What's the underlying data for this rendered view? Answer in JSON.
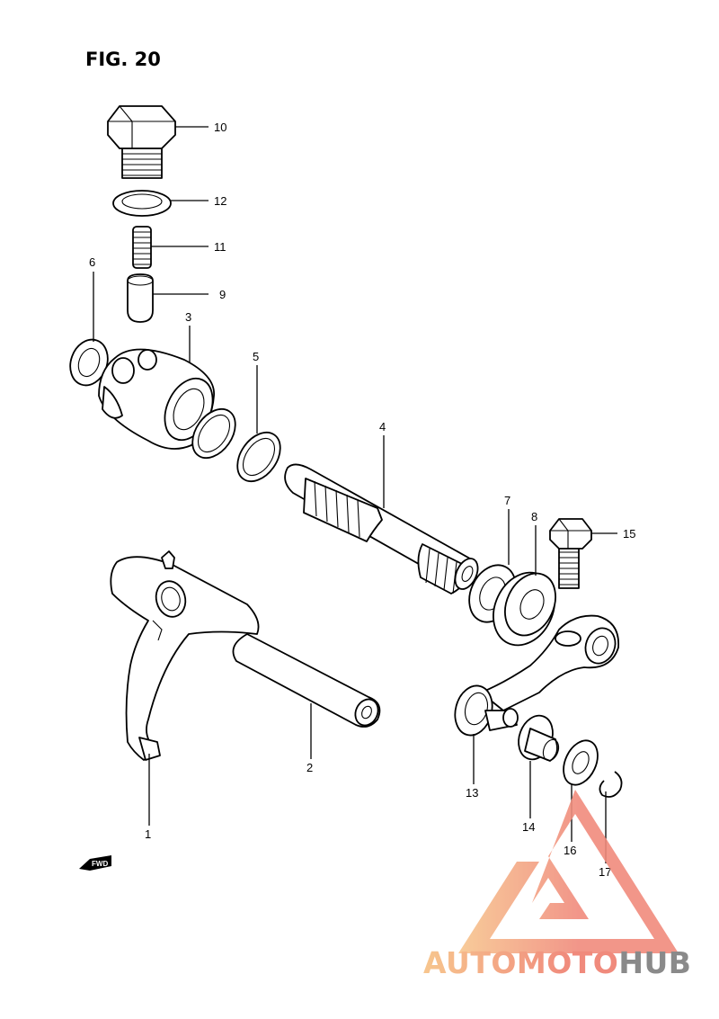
{
  "figure": {
    "title": "FIG. 20"
  },
  "callouts": [
    {
      "id": "1",
      "text": "1"
    },
    {
      "id": "2",
      "text": "2"
    },
    {
      "id": "3",
      "text": "3"
    },
    {
      "id": "4",
      "text": "4"
    },
    {
      "id": "5",
      "text": "5"
    },
    {
      "id": "6",
      "text": "6"
    },
    {
      "id": "7",
      "text": "7"
    },
    {
      "id": "8",
      "text": "8"
    },
    {
      "id": "9",
      "text": "9"
    },
    {
      "id": "10",
      "text": "10"
    },
    {
      "id": "11",
      "text": "11"
    },
    {
      "id": "12",
      "text": "12"
    },
    {
      "id": "13",
      "text": "13"
    },
    {
      "id": "14",
      "text": "14"
    },
    {
      "id": "15",
      "text": "15"
    },
    {
      "id": "16",
      "text": "16"
    },
    {
      "id": "17",
      "text": "17"
    }
  ],
  "fwd_indicator": {
    "text": "FWD",
    "icon": "fwd-arrow-icon"
  },
  "watermark": {
    "part1": "AUTOMOTO",
    "part2": "HUB",
    "color_main": "#f08a7c",
    "color_light": "#f6c98f",
    "color_dark": "#8a8a8a"
  }
}
